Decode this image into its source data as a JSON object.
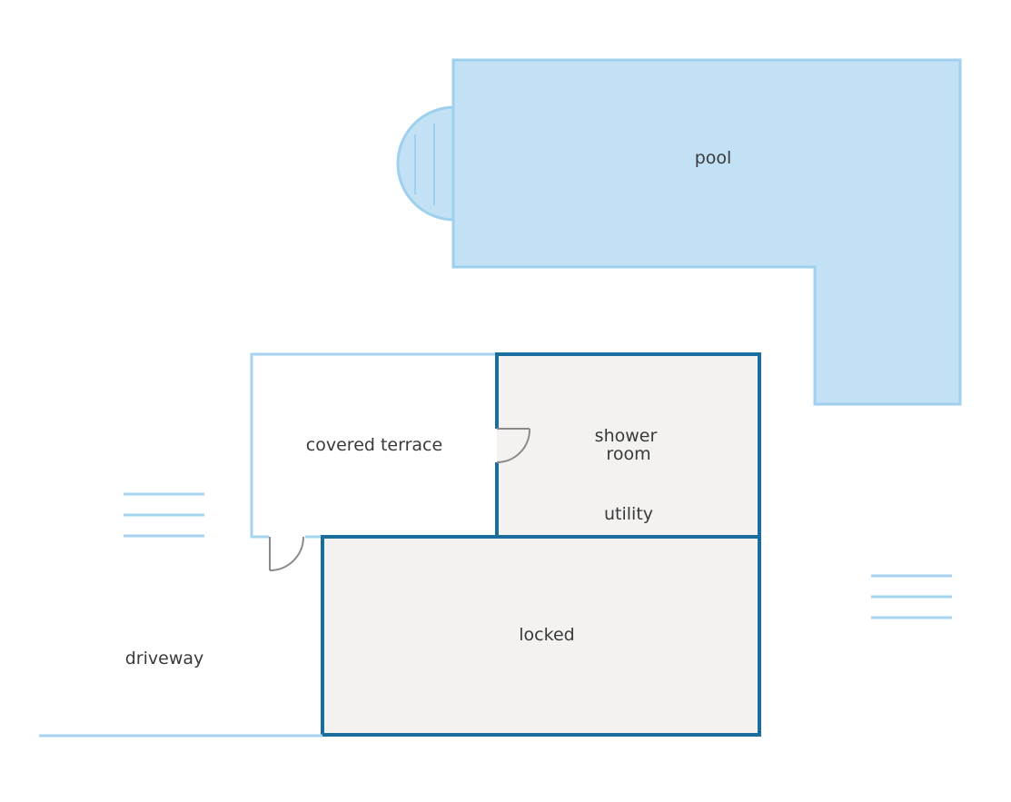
{
  "labels": {
    "pool": "pool",
    "covered_terrace": "covered terrace",
    "shower_room_line1": "shower",
    "shower_room_line2": "room",
    "utility": "utility",
    "locked": "locked",
    "driveway": "driveway"
  },
  "colors": {
    "pool_fill": "#c3e1f5",
    "pool_stroke": "#9fd0ee",
    "light_wall": "#a6d3f0",
    "dark_wall": "#1a6d9c",
    "room_fill": "#f3f2f1",
    "door": "#8a8a8a",
    "text": "#3a3a3a"
  }
}
